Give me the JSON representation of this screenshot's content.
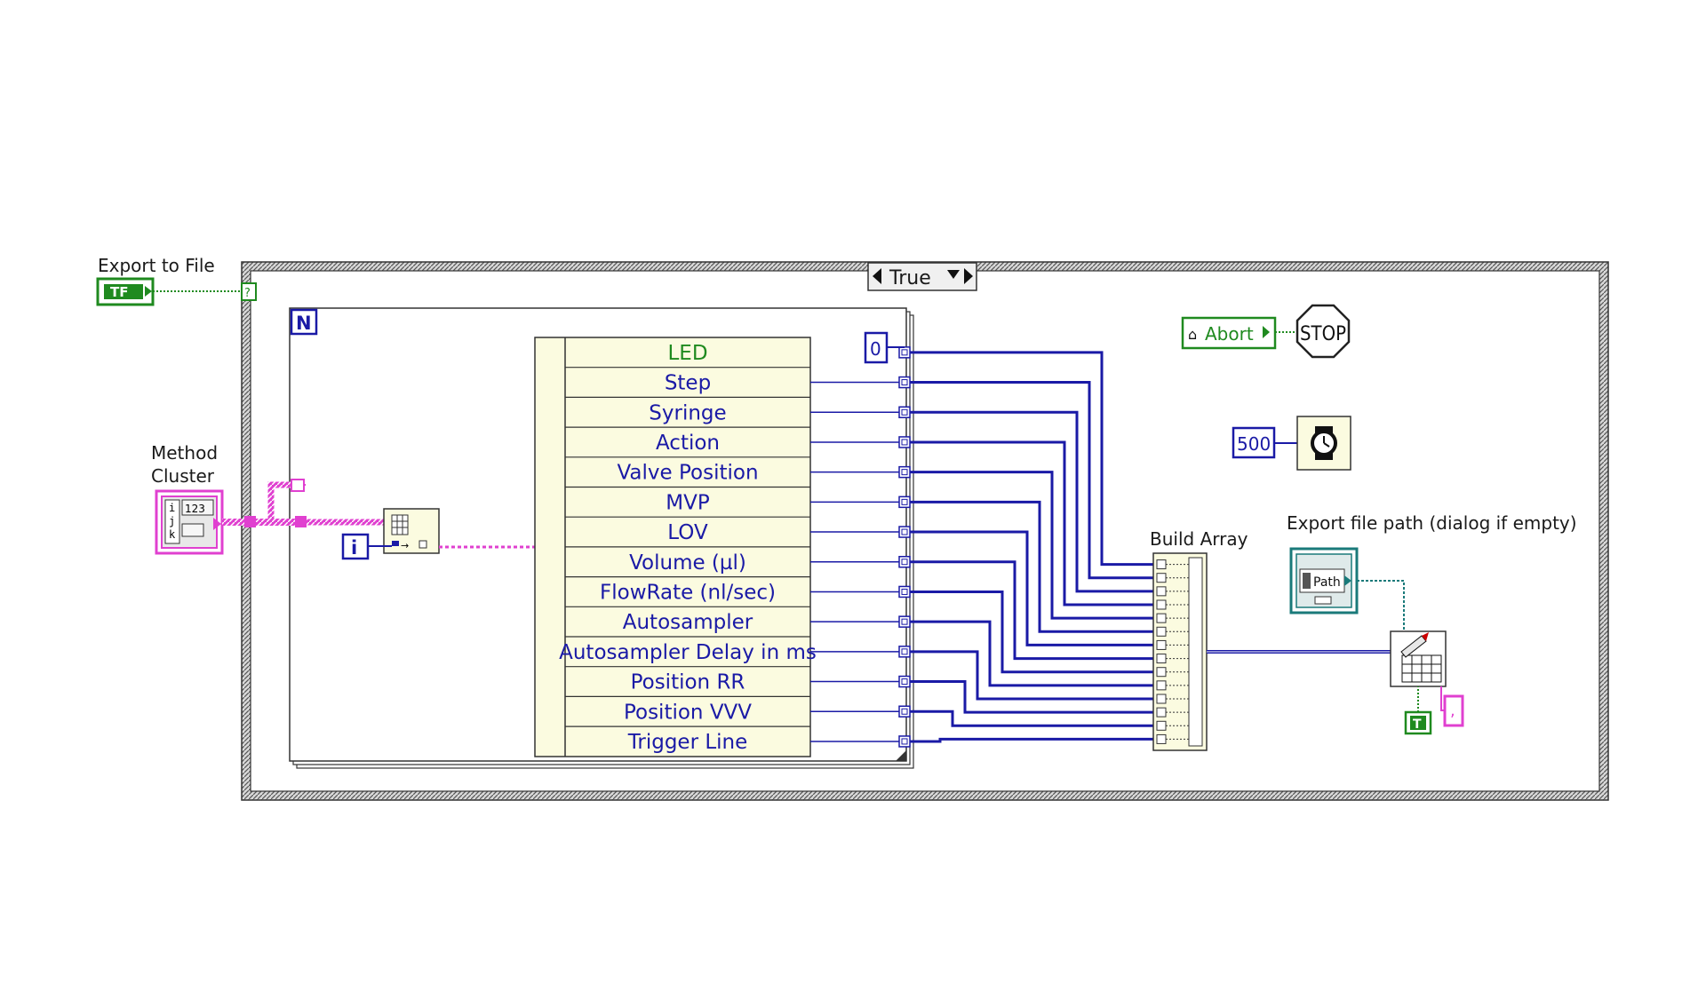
{
  "labels": {
    "export_to_file": "Export to File",
    "method_cluster_line1": "Method",
    "method_cluster_line2": "Cluster",
    "build_array": "Build Array",
    "export_file_path": "Export file path (dialog if empty)"
  },
  "case_structure": {
    "selector_value": "True"
  },
  "for_loop": {
    "count_terminal": "N",
    "iteration_terminal": "i"
  },
  "constants": {
    "index_zero": "0",
    "wait_ms": "500",
    "true_constant": "T",
    "delimiter": ","
  },
  "controls": {
    "export_boolean": "TF",
    "cluster_numeric": "123",
    "cluster_index": [
      "i",
      "j",
      "k"
    ],
    "abort_local": "Abort",
    "path_label": "Path"
  },
  "stop_terminal": "STOP",
  "unbundle_fields": [
    {
      "label": "LED",
      "color": "#1f8a1f"
    },
    {
      "label": "Step",
      "color": "#1a1aa6"
    },
    {
      "label": "Syringe",
      "color": "#1a1aa6"
    },
    {
      "label": "Action",
      "color": "#1a1aa6"
    },
    {
      "label": "Valve Position",
      "color": "#1a1aa6"
    },
    {
      "label": "MVP",
      "color": "#1a1aa6"
    },
    {
      "label": "LOV",
      "color": "#1a1aa6"
    },
    {
      "label": "Volume (µl)",
      "color": "#1a1aa6"
    },
    {
      "label": "FlowRate (nl/sec)",
      "color": "#1a1aa6"
    },
    {
      "label": "Autosampler",
      "color": "#1a1aa6"
    },
    {
      "label": "Autosampler Delay in ms",
      "color": "#1a1aa6"
    },
    {
      "label": "Position RR",
      "color": "#1a1aa6"
    },
    {
      "label": "Position VVV",
      "color": "#1a1aa6"
    },
    {
      "label": "Trigger Line",
      "color": "#1a1aa6"
    }
  ],
  "colors": {
    "cluster_wire": "#e040d0",
    "numeric_wire": "#1a1aa6",
    "boolean_wire": "#1f8a1f",
    "path_wire": "#1a7a7a",
    "bundle_bg": "#fbfbe0"
  }
}
